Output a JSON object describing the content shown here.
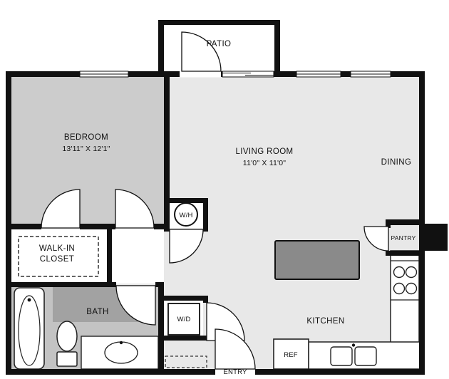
{
  "colors": {
    "wall": "#111111",
    "background": "#ffffff",
    "living_floor": "#e8e8e8",
    "bedroom_floor": "#cccccc",
    "bath_floor": "#c3c3c3",
    "bath_dark": "#a2a2a2",
    "island": "#8a8a8a"
  },
  "rooms": {
    "patio": {
      "label": "PATIO"
    },
    "bedroom": {
      "label": "BEDROOM",
      "dims": "13'11\" X 12'1\""
    },
    "living_room": {
      "label": "LIVING ROOM",
      "dims": "11'0\" X 11'0\""
    },
    "dining": {
      "label": "DINING"
    },
    "walk_in_closet": {
      "line1": "WALK-IN",
      "line2": "CLOSET"
    },
    "bath": {
      "label": "BATH"
    },
    "kitchen": {
      "label": "KITCHEN"
    },
    "pantry": {
      "label": "PANTRY"
    },
    "entry": {
      "label": "ENTRY"
    }
  },
  "fixtures": {
    "water_heater": {
      "label": "W/H"
    },
    "washer_dryer": {
      "label": "W/D"
    },
    "refrigerator": {
      "label": "REF"
    }
  }
}
